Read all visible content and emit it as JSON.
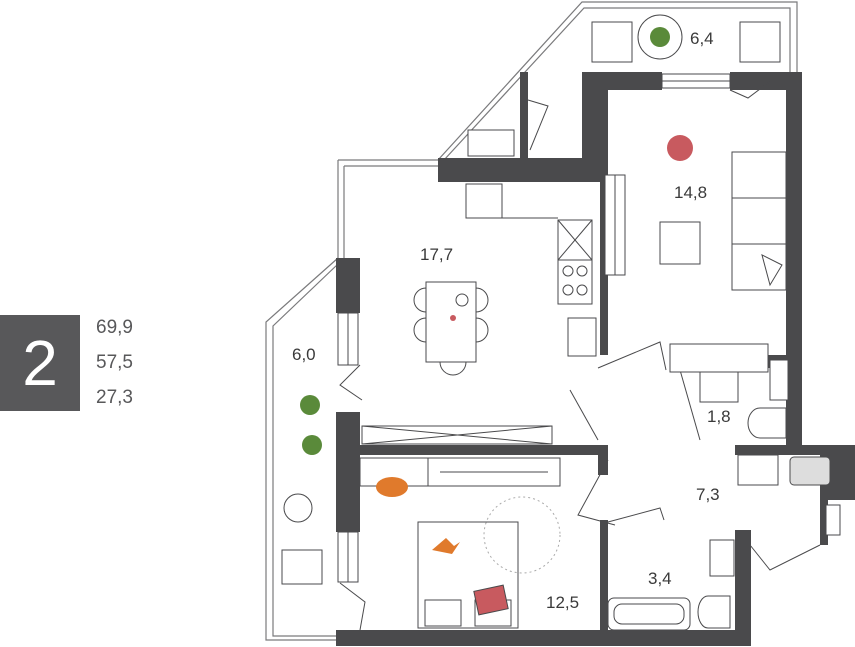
{
  "summary": {
    "rooms": "2",
    "total_area": "69,9",
    "living_area": "57,5",
    "kitchen_area": "27,3"
  },
  "rooms": {
    "loggia_top": "6,4",
    "bedroom_top": "14,8",
    "kitchen_living": "17,7",
    "loggia_left": "6,0",
    "bathroom_small": "1,8",
    "hall": "7,3",
    "bathroom": "3,4",
    "bedroom_bottom": "12,5"
  },
  "colors": {
    "wall": "#4a4a4c",
    "badge": "#58585a",
    "accent_red": "#c85a5f",
    "accent_orange": "#e07a2c",
    "plant": "#5a8a3a"
  }
}
